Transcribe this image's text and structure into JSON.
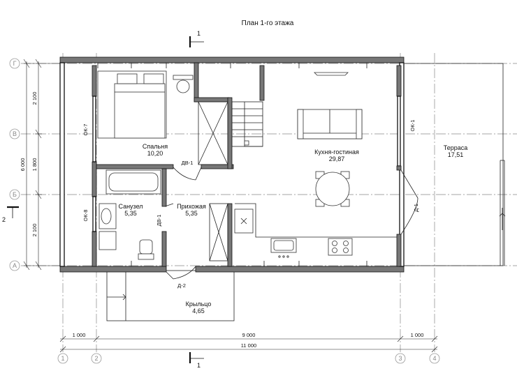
{
  "title": "План 1-го этажа",
  "section_marks": {
    "cut": "1",
    "side": "2"
  },
  "rooms": [
    {
      "name": "Спальня",
      "area": "10,20"
    },
    {
      "name": "Кухня-гостиная",
      "area": "29,87"
    },
    {
      "name": "Терраса",
      "area": "17,51"
    },
    {
      "name": "Санузел",
      "area": "5,35"
    },
    {
      "name": "Прихожая",
      "area": "5,35"
    },
    {
      "name": "Крыльцо",
      "area": "4,65"
    }
  ],
  "openings": {
    "ok7": "ОК-7",
    "ok8": "ОК-8",
    "ok1": "ОК-1",
    "dv1_top": "ДВ-1",
    "dv1_side": "ДВ-1",
    "d1": "Д-1",
    "d2": "Д-2"
  },
  "axes": {
    "rows": [
      "Г",
      "В",
      "Б",
      "А"
    ],
    "cols": [
      "1",
      "2",
      "3",
      "4"
    ]
  },
  "dimensions": {
    "vertical": [
      "2 100",
      "1 800",
      "2 100"
    ],
    "vertical_total": "6 000",
    "horizontal": [
      "1 000",
      "9 000",
      "1 000"
    ],
    "horizontal_total": "11 000"
  }
}
